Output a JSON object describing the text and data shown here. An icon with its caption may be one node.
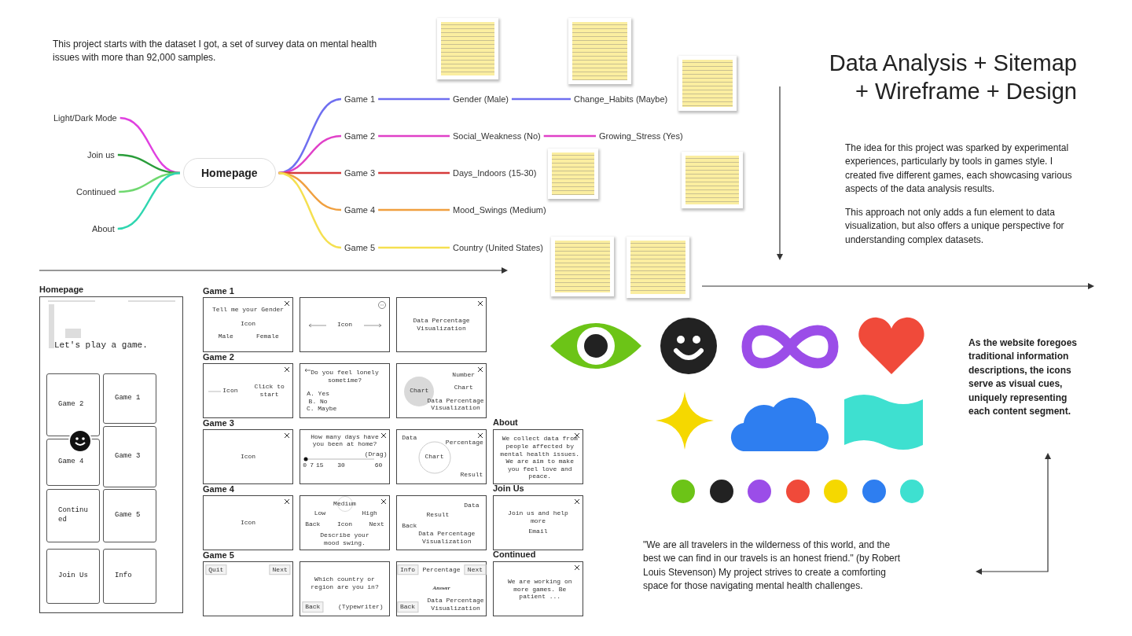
{
  "diagram": {
    "title": "Data Analysis + Sitemap + Wireframe + Design",
    "nodes": [
      {
        "text": [
          "Homepage"
        ]
      },
      {
        "text": [
          "Light/Dark Mode"
        ]
      },
      {
        "text": [
          "Join us"
        ]
      },
      {
        "text": [
          "Continued"
        ]
      },
      {
        "text": [
          "About"
        ]
      },
      {
        "text": [
          "Game 1"
        ]
      },
      {
        "text": [
          "Game 2"
        ]
      },
      {
        "text": [
          "Game 3"
        ]
      },
      {
        "text": [
          "Game 4"
        ]
      },
      {
        "text": [
          "Game 5"
        ]
      },
      {
        "text": [
          "Gender (Male)"
        ]
      },
      {
        "text": [
          "Change_Habits (Maybe)"
        ]
      },
      {
        "text": [
          "Social_Weakness (No)"
        ]
      },
      {
        "text": [
          "Growing_Stress (Yes)"
        ]
      },
      {
        "text": [
          "Days_Indoors (15-30)"
        ]
      },
      {
        "text": [
          "Mood_Swings (Medium)"
        ]
      },
      {
        "text": [
          "Country (United States)"
        ]
      },
      {
        "text": [
          "Homepage",
          "Let's play a game."
        ]
      },
      {
        "text": [
          "Game 2"
        ],
        "in": 17
      },
      {
        "text": [
          "Game 1"
        ],
        "in": 17
      },
      {
        "text": [
          "Game 4"
        ],
        "in": 17
      },
      {
        "text": [
          "Game 3"
        ],
        "in": 17
      },
      {
        "text": [
          "Continued"
        ],
        "in": 17
      },
      {
        "text": [
          "Game 5"
        ],
        "in": 17
      },
      {
        "text": [
          "Join Us"
        ],
        "in": 17
      },
      {
        "text": [
          "Info"
        ],
        "in": 17
      },
      {
        "text": [
          "Tell me your Gender",
          "Icon",
          "Male",
          "Female"
        ]
      },
      {
        "text": [
          "Icon"
        ]
      },
      {
        "text": [
          "Data Percentage Visualization"
        ]
      },
      {
        "text": [
          "Icon",
          "Click to start"
        ]
      },
      {
        "text": [
          "Do you feel lonely sometime?",
          "A. Yes",
          "B. No",
          "C. Maybe"
        ]
      },
      {
        "text": [
          "Chart",
          "Number",
          "Chart",
          "Data Percentage Visualization"
        ]
      },
      {
        "text": [
          "Icon"
        ]
      },
      {
        "text": [
          "How many days have you been at home?",
          "(Drag)",
          "0",
          "7",
          "15",
          "30",
          "60"
        ]
      },
      {
        "text": [
          "Data",
          "Percentage",
          "Chart",
          "Result"
        ]
      },
      {
        "text": [
          "About",
          "We collect data from people affected by mental health issues. We are aim to make you feel love and peace."
        ]
      },
      {
        "text": [
          "Icon"
        ]
      },
      {
        "text": [
          "Medium",
          "Low",
          "High",
          "Back",
          "Icon",
          "Next",
          "Describe your mood swing."
        ]
      },
      {
        "text": [
          "Data",
          "Result",
          "Back",
          "Data Percentage Visualization"
        ]
      },
      {
        "text": [
          "Join Us",
          "Join us and help more",
          "Email"
        ]
      },
      {
        "text": [
          "Quit",
          "Next"
        ]
      },
      {
        "text": [
          "Which country or region are you in?",
          "Back",
          "(Typewriter)"
        ]
      },
      {
        "text": [
          "Info",
          "Percentage",
          "Next",
          "Answer",
          "Back",
          "Data Percentage Visualization"
        ]
      },
      {
        "text": [
          "Continued",
          "We are working on more games. Be patient ..."
        ]
      },
      {
        "text": [],
        "shape": "box"
      },
      {
        "text": [],
        "shape": "box"
      },
      {
        "text": [],
        "shape": "box"
      },
      {
        "text": [],
        "shape": "box"
      },
      {
        "text": [],
        "shape": "box"
      },
      {
        "text": [],
        "shape": "box"
      },
      {
        "text": [],
        "shape": "box"
      }
    ],
    "edges": [
      {
        "from": 0,
        "to": 1,
        "arrow": "none",
        "color": "#e040e0"
      },
      {
        "from": 0,
        "to": 2,
        "arrow": "none",
        "color": "#2a9d3a"
      },
      {
        "from": 0,
        "to": 3,
        "arrow": "none",
        "color": "#70d870"
      },
      {
        "from": 0,
        "to": 4,
        "arrow": "none",
        "color": "#2fd6b0"
      },
      {
        "from": 0,
        "to": 5,
        "arrow": "none",
        "color": "#6f6ff0"
      },
      {
        "from": 0,
        "to": 6,
        "arrow": "none",
        "color": "#e040c8"
      },
      {
        "from": 0,
        "to": 7,
        "arrow": "none",
        "color": "#d63a3a"
      },
      {
        "from": 0,
        "to": 8,
        "arrow": "none",
        "color": "#f0a040"
      },
      {
        "from": 0,
        "to": 9,
        "arrow": "none",
        "color": "#f5e050"
      },
      {
        "from": 5,
        "to": 10,
        "arrow": "none",
        "color": "#6f6ff0"
      },
      {
        "from": 10,
        "to": 11,
        "arrow": "none",
        "color": "#6f6ff0"
      },
      {
        "from": 6,
        "to": 12,
        "arrow": "none",
        "color": "#e040c8"
      },
      {
        "from": 12,
        "to": 13,
        "arrow": "none",
        "color": "#e040c8"
      },
      {
        "from": 7,
        "to": 14,
        "arrow": "none",
        "color": "#d63a3a"
      },
      {
        "from": 8,
        "to": 15,
        "arrow": "none",
        "color": "#f0a040"
      },
      {
        "from": 9,
        "to": 16,
        "arrow": "none",
        "color": "#f5e050"
      }
    ],
    "labels": [
      "This project starts with the dataset I got, a set of survey data on mental health issues with more than 92,000 samples.",
      "The idea for this project was sparked by experimental experiences, particularly by tools in games style. I created five different games, each showcasing various aspects of the data analysis results.",
      "This approach not only adds a fun element to data visualization, but also offers a unique perspective for understanding complex datasets.",
      "Game 1",
      "Game 2",
      "As the website foregoes traditional information descriptions, the icons serve as visual cues, uniquely representing each content segment.",
      "Game 3",
      "Game 4",
      "Game 5",
      "\"We are all travelers in the wilderness of this world, and the best we can find in our travels is an honest friend.\" (by Robert Louis Stevenson) My project strives to create a comforting space for those navigating mental health challenges."
    ]
  }
}
